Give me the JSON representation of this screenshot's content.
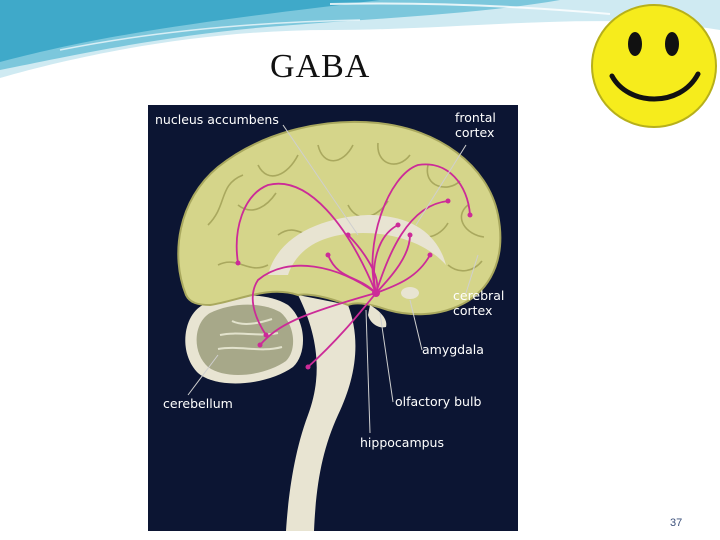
{
  "slide": {
    "title": "GABA",
    "slide_number": "37"
  },
  "diagram": {
    "labels": {
      "nucleus_accumbens": "nucleus accumbens",
      "frontal_cortex": "frontal\ncortex",
      "cerebral_cortex": "cerebral\ncortex",
      "amygdala": "amygdala",
      "olfactory_bulb": "olfactory bulb",
      "cerebellum": "cerebellum",
      "hippocampus": "hippocampus"
    }
  },
  "colors": {
    "panel_background": "#0c1533",
    "cortex": "#d5d58a",
    "cortex_outline": "#a9a85e",
    "brainstem": "#e8e4d2",
    "cerebellum": "#a7a889",
    "pathway": "#cc2b98",
    "smiley_face": "#f6ec1c",
    "title_swoosh": "#4db6cf"
  },
  "icons": {
    "smiley": "smiley-face-icon"
  }
}
